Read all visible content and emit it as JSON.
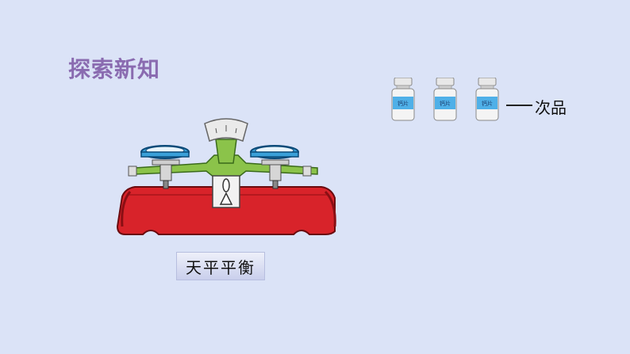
{
  "title": "探索新知",
  "bottles": [
    {
      "label": "钙片"
    },
    {
      "label": "钙片"
    },
    {
      "label": "钙片"
    }
  ],
  "defective_label": "次品",
  "caption": "天平平衡",
  "icons": {
    "bottle": "medicine-bottle-icon",
    "scale": "balance-scale-illustration"
  },
  "colors": {
    "background": "#dbe3f7",
    "title": "#8a6bb0",
    "scale_base": "#d8232a",
    "scale_arm": "#8bc34a",
    "pan": "#3aa0d8"
  }
}
